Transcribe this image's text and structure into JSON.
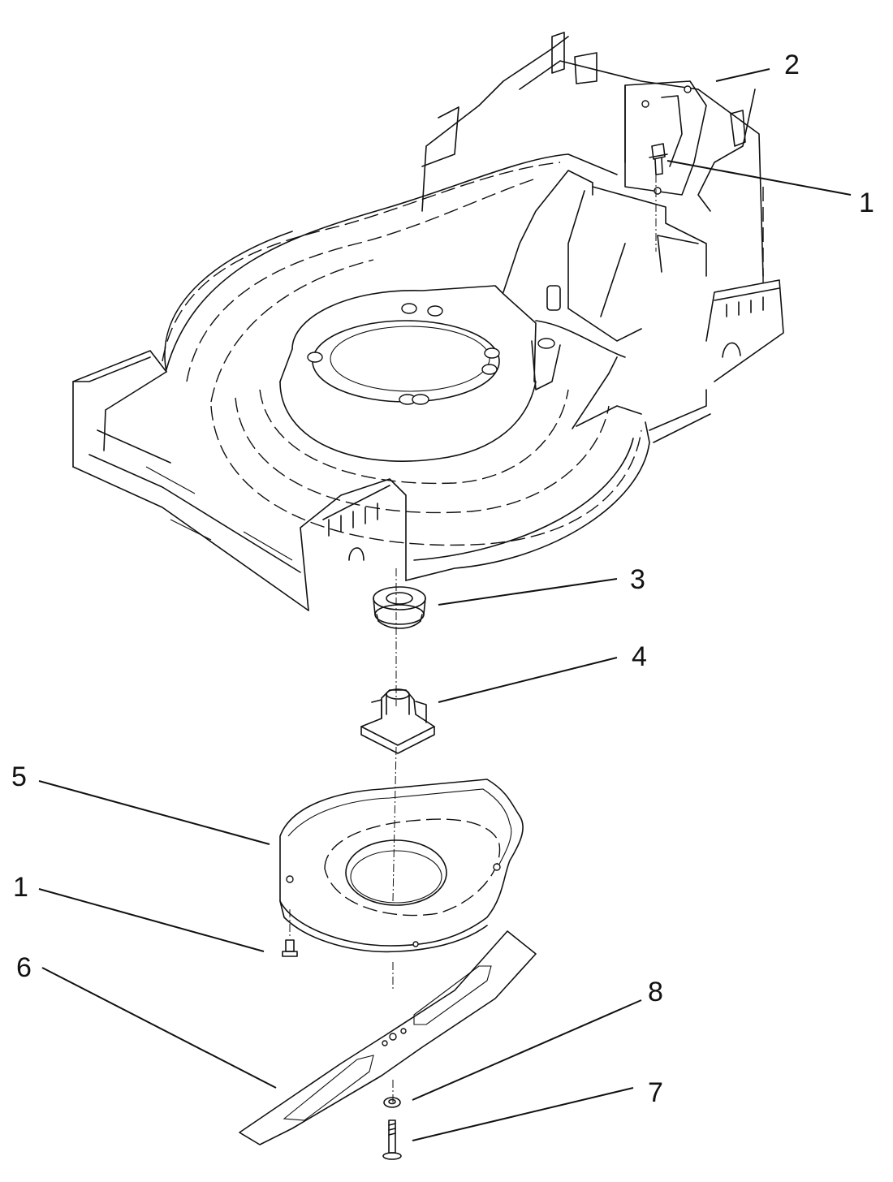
{
  "diagram": {
    "callouts": [
      {
        "id": "c-2a",
        "number": "2"
      },
      {
        "id": "c-1a",
        "number": "1"
      },
      {
        "id": "c-3",
        "number": "3"
      },
      {
        "id": "c-4",
        "number": "4"
      },
      {
        "id": "c-5",
        "number": "5"
      },
      {
        "id": "c-1b",
        "number": "1"
      },
      {
        "id": "c-6",
        "number": "6"
      },
      {
        "id": "c-8",
        "number": "8"
      },
      {
        "id": "c-7",
        "number": "7"
      }
    ],
    "parts": {
      "housing": "mower-deck-housing",
      "bracket": "rear-bracket",
      "bolt": "flange-bolt",
      "bearing": "bearing",
      "adapter": "blade-adapter",
      "baffle": "baffle-plate",
      "blade": "blade",
      "washer": "washer",
      "blade_bolt": "blade-bolt"
    }
  }
}
